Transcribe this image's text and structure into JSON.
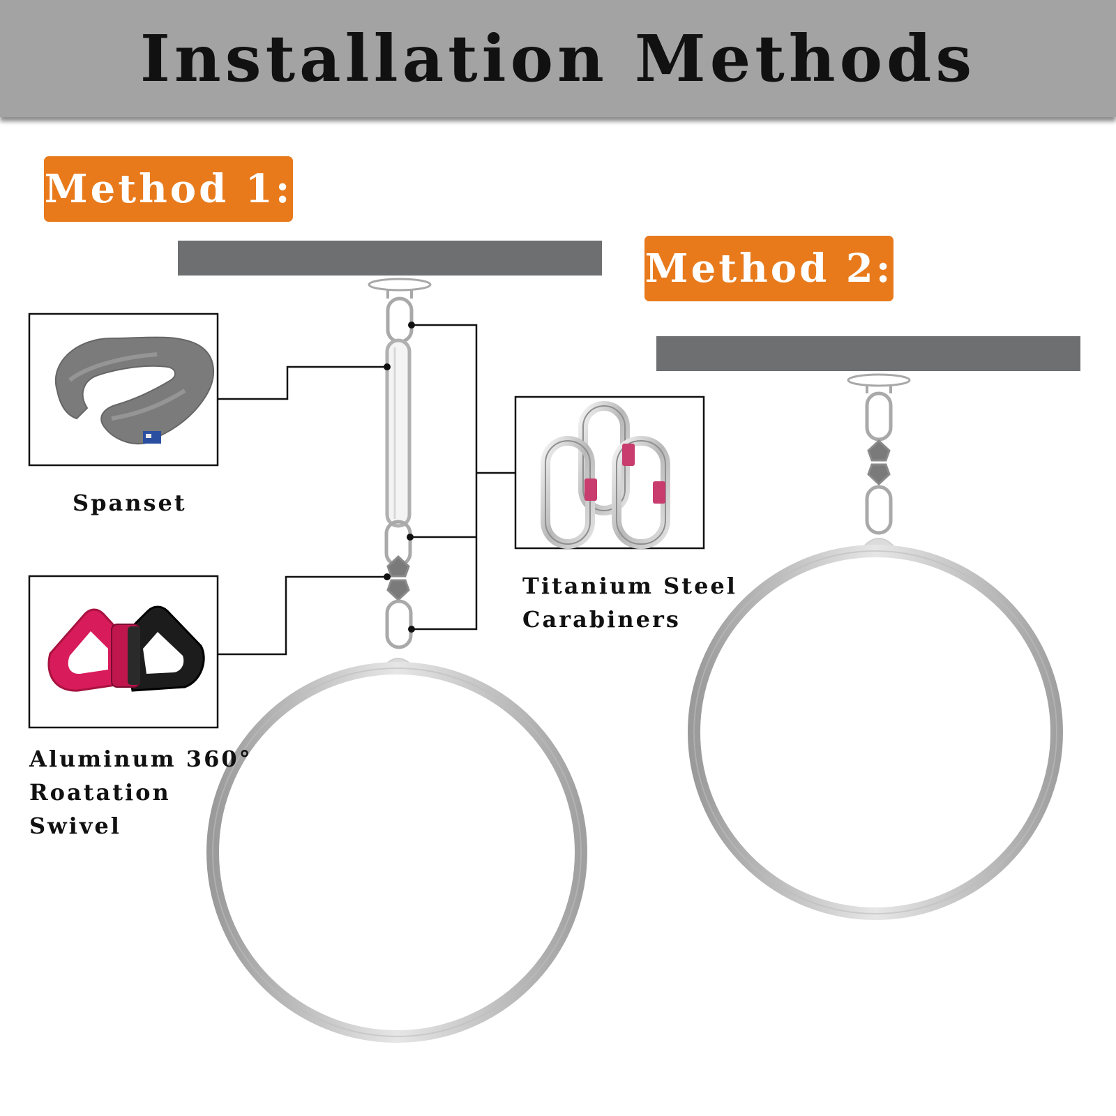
{
  "title": "Installation Methods",
  "methods": [
    {
      "label": "Method 1:"
    },
    {
      "label": "Method 2:"
    }
  ],
  "components": [
    {
      "name": "Spanset",
      "lines": [
        "Spanset"
      ],
      "icon": "spanset-sling-icon"
    },
    {
      "name": "Aluminum 360° Roatation Swivel",
      "lines": [
        "Aluminum 360°",
        "Roatation",
        "Swivel"
      ],
      "icon": "swivel-icon"
    },
    {
      "name": "Titanium Steel Carabiners",
      "lines": [
        "Titanium Steel",
        "Carabiners"
      ],
      "icon": "carabiner-icon"
    }
  ],
  "colors": {
    "header_band": "#a3a3a3",
    "badge": "#e87a1c",
    "ceiling_beam": "#6e6f70",
    "swivel_pink": "#d81b5a",
    "carabiner_gate": "#c83c6e"
  }
}
